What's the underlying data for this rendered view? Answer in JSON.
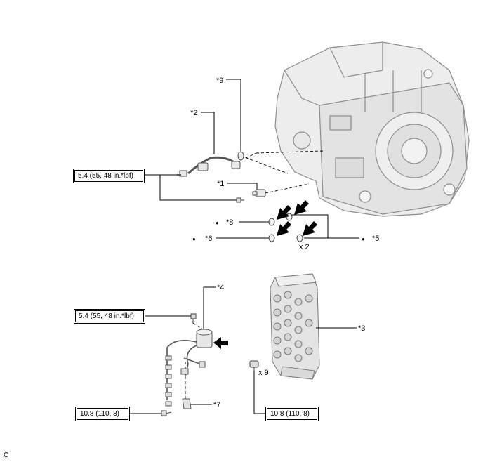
{
  "callouts": {
    "c1": "*1",
    "c2": "*2",
    "c3": "*3",
    "c4": "*4",
    "c5": "*5",
    "c6": "*6",
    "c7": "*7",
    "c8": "*8",
    "c9": "*9"
  },
  "quantities": {
    "gasket_count": "x 2",
    "bolt_count": "x 9"
  },
  "bullet": "●",
  "torque_specs": {
    "speed_sensor_bolts": "5.4 (55, 48 in.*lbf)",
    "solenoid_bolt": "5.4 (55, 48 in.*lbf)",
    "wire_bracket_bolt": "10.8 (110, 8)",
    "valve_body_bolts": "10.8 (110, 8)"
  },
  "figure_code": "C",
  "colors": {
    "line": "#000000",
    "part_fill": "#e6e6e6",
    "part_stroke": "#8c8c8c",
    "arrow": "#000000"
  }
}
